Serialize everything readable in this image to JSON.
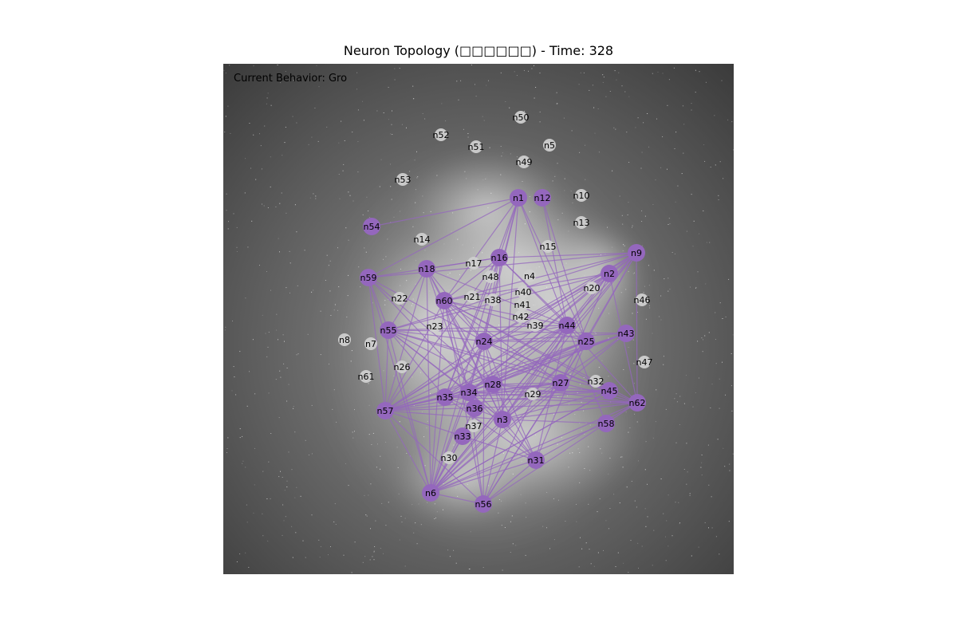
{
  "figure": {
    "title": "Neuron Topology (□□□□□□) - Time: 328",
    "behavior_label": "Current Behavior:",
    "behavior_value": "Gro"
  },
  "colors": {
    "active_node": "#9467bd",
    "inactive_node": "#cfcfcf",
    "edge": "#9467bd",
    "label": "#000000"
  },
  "neurons": [
    {
      "id": "n1",
      "active": true
    },
    {
      "id": "n2",
      "active": true
    },
    {
      "id": "n3",
      "active": true
    },
    {
      "id": "n4",
      "active": false
    },
    {
      "id": "n5",
      "active": false
    },
    {
      "id": "n6",
      "active": true
    },
    {
      "id": "n7",
      "active": false
    },
    {
      "id": "n8",
      "active": false
    },
    {
      "id": "n9",
      "active": true
    },
    {
      "id": "n10",
      "active": false
    },
    {
      "id": "n12",
      "active": true
    },
    {
      "id": "n13",
      "active": false
    },
    {
      "id": "n14",
      "active": false
    },
    {
      "id": "n15",
      "active": false
    },
    {
      "id": "n16",
      "active": true
    },
    {
      "id": "n17",
      "active": false
    },
    {
      "id": "n18",
      "active": true
    },
    {
      "id": "n20",
      "active": false
    },
    {
      "id": "n21",
      "active": false
    },
    {
      "id": "n22",
      "active": false
    },
    {
      "id": "n23",
      "active": false
    },
    {
      "id": "n24",
      "active": true
    },
    {
      "id": "n25",
      "active": true
    },
    {
      "id": "n26",
      "active": false
    },
    {
      "id": "n27",
      "active": true
    },
    {
      "id": "n28",
      "active": true
    },
    {
      "id": "n29",
      "active": false
    },
    {
      "id": "n30",
      "active": false
    },
    {
      "id": "n31",
      "active": true
    },
    {
      "id": "n32",
      "active": false
    },
    {
      "id": "n33",
      "active": true
    },
    {
      "id": "n34",
      "active": true
    },
    {
      "id": "n35",
      "active": true
    },
    {
      "id": "n36",
      "active": true
    },
    {
      "id": "n37",
      "active": false
    },
    {
      "id": "n38",
      "active": false
    },
    {
      "id": "n39",
      "active": false
    },
    {
      "id": "n40",
      "active": false
    },
    {
      "id": "n41",
      "active": false
    },
    {
      "id": "n42",
      "active": false
    },
    {
      "id": "n43",
      "active": true
    },
    {
      "id": "n44",
      "active": true
    },
    {
      "id": "n45",
      "active": true
    },
    {
      "id": "n46",
      "active": false
    },
    {
      "id": "n47",
      "active": false
    },
    {
      "id": "n48",
      "active": false
    },
    {
      "id": "n49",
      "active": false
    },
    {
      "id": "n50",
      "active": false
    },
    {
      "id": "n51",
      "active": false
    },
    {
      "id": "n52",
      "active": false
    },
    {
      "id": "n53",
      "active": false
    },
    {
      "id": "n54",
      "active": true
    },
    {
      "id": "n55",
      "active": true
    },
    {
      "id": "n56",
      "active": true
    },
    {
      "id": "n57",
      "active": true
    },
    {
      "id": "n58",
      "active": true
    },
    {
      "id": "n59",
      "active": true
    },
    {
      "id": "n60",
      "active": true
    },
    {
      "id": "n61",
      "active": false
    },
    {
      "id": "n62",
      "active": true
    }
  ],
  "edges": [
    [
      "n1",
      "n54"
    ],
    [
      "n1",
      "n59"
    ],
    [
      "n1",
      "n16"
    ],
    [
      "n1",
      "n24"
    ],
    [
      "n1",
      "n35"
    ],
    [
      "n1",
      "n34"
    ],
    [
      "n1",
      "n44"
    ],
    [
      "n1",
      "n25"
    ],
    [
      "n1",
      "n60"
    ],
    [
      "n1",
      "n3"
    ],
    [
      "n12",
      "n25"
    ],
    [
      "n12",
      "n44"
    ],
    [
      "n9",
      "n59"
    ],
    [
      "n9",
      "n60"
    ],
    [
      "n9",
      "n55"
    ],
    [
      "n9",
      "n57"
    ],
    [
      "n9",
      "n35"
    ],
    [
      "n9",
      "n3"
    ],
    [
      "n9",
      "n6"
    ],
    [
      "n9",
      "n62"
    ],
    [
      "n9",
      "n25"
    ],
    [
      "n9",
      "n27"
    ],
    [
      "n9",
      "n44"
    ],
    [
      "n9",
      "n16"
    ],
    [
      "n9",
      "n24"
    ],
    [
      "n9",
      "n34"
    ],
    [
      "n2",
      "n60"
    ],
    [
      "n2",
      "n24"
    ],
    [
      "n2",
      "n57"
    ],
    [
      "n2",
      "n34"
    ],
    [
      "n2",
      "n6"
    ],
    [
      "n2",
      "n3"
    ],
    [
      "n2",
      "n27"
    ],
    [
      "n2",
      "n62"
    ],
    [
      "n2",
      "n55"
    ],
    [
      "n16",
      "n59"
    ],
    [
      "n16",
      "n24"
    ],
    [
      "n16",
      "n6"
    ],
    [
      "n16",
      "n57"
    ],
    [
      "n16",
      "n3"
    ],
    [
      "n16",
      "n44"
    ],
    [
      "n16",
      "n25"
    ],
    [
      "n16",
      "n18"
    ],
    [
      "n16",
      "n60"
    ],
    [
      "n16",
      "n35"
    ],
    [
      "n18",
      "n24"
    ],
    [
      "n18",
      "n60"
    ],
    [
      "n18",
      "n3"
    ],
    [
      "n18",
      "n44"
    ],
    [
      "n18",
      "n57"
    ],
    [
      "n18",
      "n6"
    ],
    [
      "n18",
      "n55"
    ],
    [
      "n18",
      "n34"
    ],
    [
      "n59",
      "n55"
    ],
    [
      "n59",
      "n57"
    ],
    [
      "n59",
      "n24"
    ],
    [
      "n59",
      "n3"
    ],
    [
      "n59",
      "n28"
    ],
    [
      "n59",
      "n6"
    ],
    [
      "n60",
      "n24"
    ],
    [
      "n60",
      "n44"
    ],
    [
      "n60",
      "n25"
    ],
    [
      "n60",
      "n57"
    ],
    [
      "n60",
      "n56"
    ],
    [
      "n60",
      "n6"
    ],
    [
      "n60",
      "n3"
    ],
    [
      "n60",
      "n28"
    ],
    [
      "n60",
      "n27"
    ],
    [
      "n60",
      "n62"
    ],
    [
      "n60",
      "n45"
    ],
    [
      "n60",
      "n34"
    ],
    [
      "n55",
      "n24"
    ],
    [
      "n55",
      "n44"
    ],
    [
      "n55",
      "n43"
    ],
    [
      "n55",
      "n57"
    ],
    [
      "n55",
      "n6"
    ],
    [
      "n55",
      "n3"
    ],
    [
      "n55",
      "n35"
    ],
    [
      "n55",
      "n34"
    ],
    [
      "n55",
      "n28"
    ],
    [
      "n55",
      "n45"
    ],
    [
      "n55",
      "n27"
    ],
    [
      "n44",
      "n57"
    ],
    [
      "n44",
      "n6"
    ],
    [
      "n44",
      "n56"
    ],
    [
      "n44",
      "n35"
    ],
    [
      "n44",
      "n34"
    ],
    [
      "n44",
      "n3"
    ],
    [
      "n44",
      "n24"
    ],
    [
      "n44",
      "n31"
    ],
    [
      "n44",
      "n58"
    ],
    [
      "n44",
      "n62"
    ],
    [
      "n44",
      "n28"
    ],
    [
      "n43",
      "n57"
    ],
    [
      "n43",
      "n6"
    ],
    [
      "n43",
      "n3"
    ],
    [
      "n43",
      "n34"
    ],
    [
      "n43",
      "n24"
    ],
    [
      "n43",
      "n35"
    ],
    [
      "n43",
      "n28"
    ],
    [
      "n25",
      "n57"
    ],
    [
      "n25",
      "n6"
    ],
    [
      "n25",
      "n34"
    ],
    [
      "n25",
      "n35"
    ],
    [
      "n25",
      "n3"
    ],
    [
      "n25",
      "n56"
    ],
    [
      "n25",
      "n24"
    ],
    [
      "n25",
      "n28"
    ],
    [
      "n25",
      "n31"
    ],
    [
      "n24",
      "n57"
    ],
    [
      "n24",
      "n6"
    ],
    [
      "n24",
      "n3"
    ],
    [
      "n24",
      "n45"
    ],
    [
      "n24",
      "n27"
    ],
    [
      "n24",
      "n62"
    ],
    [
      "n24",
      "n31"
    ],
    [
      "n24",
      "n56"
    ],
    [
      "n24",
      "n34"
    ],
    [
      "n24",
      "n35"
    ],
    [
      "n57",
      "n35"
    ],
    [
      "n57",
      "n34"
    ],
    [
      "n57",
      "n3"
    ],
    [
      "n57",
      "n62"
    ],
    [
      "n57",
      "n6"
    ],
    [
      "n57",
      "n56"
    ],
    [
      "n57",
      "n27"
    ],
    [
      "n57",
      "n45"
    ],
    [
      "n57",
      "n28"
    ],
    [
      "n57",
      "n31"
    ],
    [
      "n35",
      "n27"
    ],
    [
      "n35",
      "n45"
    ],
    [
      "n35",
      "n62"
    ],
    [
      "n35",
      "n3"
    ],
    [
      "n35",
      "n6"
    ],
    [
      "n35",
      "n31"
    ],
    [
      "n34",
      "n27"
    ],
    [
      "n34",
      "n45"
    ],
    [
      "n34",
      "n62"
    ],
    [
      "n34",
      "n3"
    ],
    [
      "n34",
      "n6"
    ],
    [
      "n34",
      "n56"
    ],
    [
      "n34",
      "n31"
    ],
    [
      "n28",
      "n45"
    ],
    [
      "n28",
      "n62"
    ],
    [
      "n28",
      "n6"
    ],
    [
      "n28",
      "n31"
    ],
    [
      "n28",
      "n27"
    ],
    [
      "n3",
      "n62"
    ],
    [
      "n3",
      "n45"
    ],
    [
      "n3",
      "n6"
    ],
    [
      "n3",
      "n56"
    ],
    [
      "n3",
      "n31"
    ],
    [
      "n3",
      "n58"
    ],
    [
      "n3",
      "n27"
    ],
    [
      "n27",
      "n6"
    ],
    [
      "n27",
      "n56"
    ],
    [
      "n27",
      "n62"
    ],
    [
      "n36",
      "n6"
    ],
    [
      "n33",
      "n6"
    ],
    [
      "n6",
      "n56"
    ],
    [
      "n6",
      "n31"
    ],
    [
      "n6",
      "n62"
    ],
    [
      "n6",
      "n45"
    ],
    [
      "n56",
      "n31"
    ],
    [
      "n56",
      "n62"
    ],
    [
      "n31",
      "n62"
    ],
    [
      "n58",
      "n6"
    ],
    [
      "n45",
      "n6"
    ]
  ]
}
